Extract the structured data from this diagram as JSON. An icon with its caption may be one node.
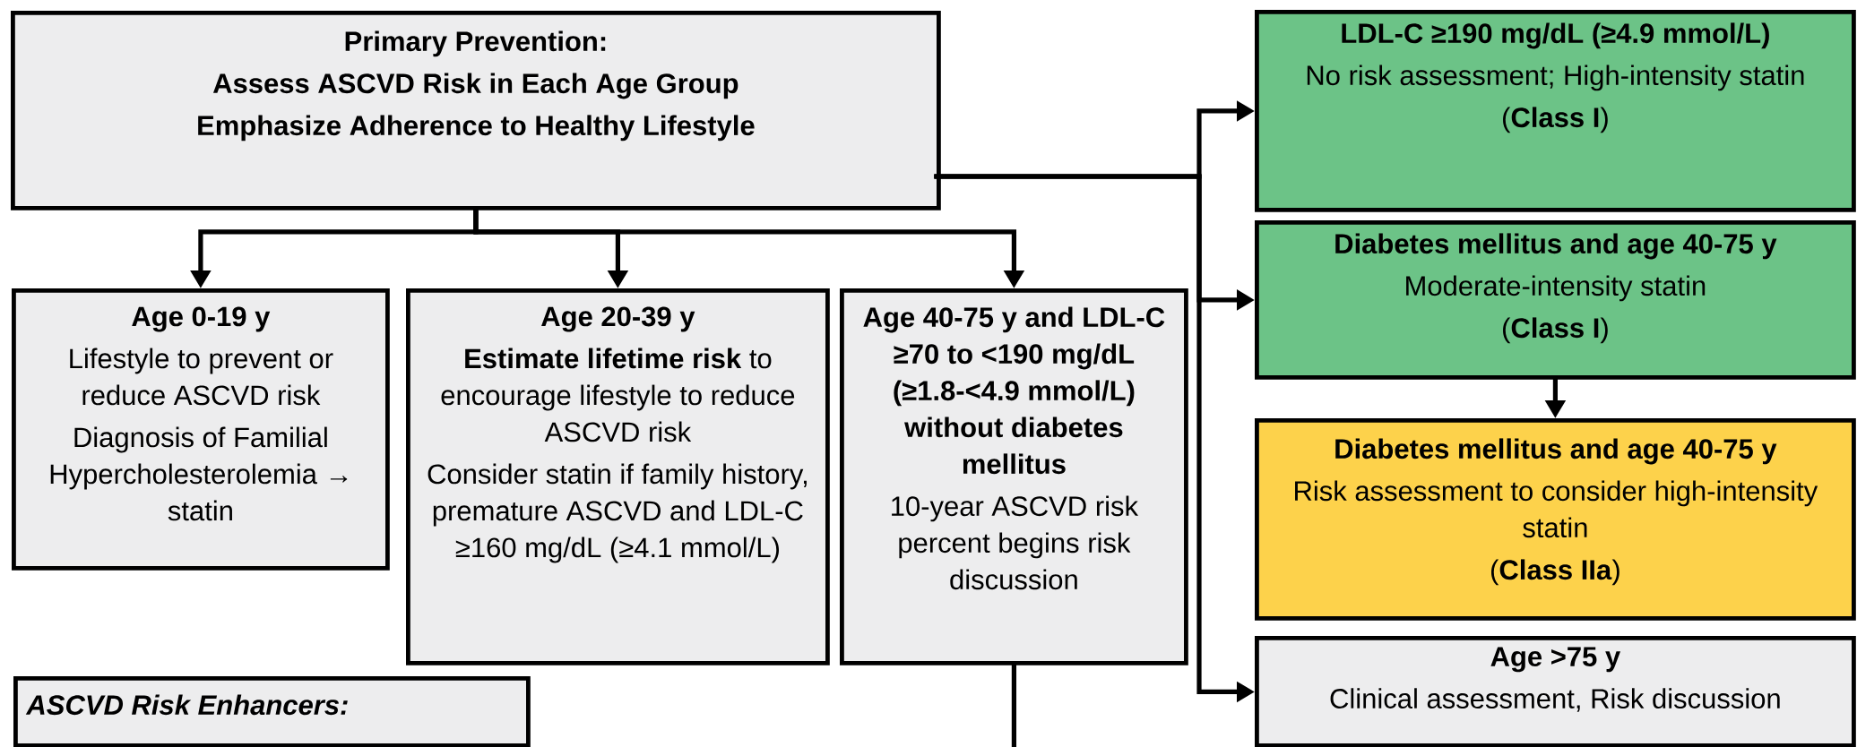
{
  "diagram": {
    "nodes": [
      {
        "text": [
          "Primary Prevention:",
          "Assess ASCVD Risk in Each Age Group",
          "Emphasize Adherence to Healthy Lifestyle"
        ]
      },
      {
        "text": [
          "Age 0-19 y",
          "Lifestyle to prevent or reduce ASCVD risk",
          "Diagnosis of Familial Hypercholesterolemia → statin"
        ]
      },
      {
        "text": [
          "Age 20-39 y",
          "**Estimate lifetime risk** to encourage lifestyle to reduce ASCVD risk",
          "Consider statin if family history, premature ASCVD and LDL-C ≥160 mg/dL (≥4.1 mmol/L)"
        ]
      },
      {
        "text": [
          "Age 40-75 y and LDL-C ≥70 to <190 mg/dL (≥1.8-<4.9 mmol/L) without diabetes mellitus",
          "10-year ASCVD risk percent begins risk discussion"
        ]
      },
      {
        "text": [
          "ASCVD Risk Enhancers:"
        ]
      },
      {
        "text": [
          "LDL-C ≥190 mg/dL (≥4.9 mmol/L)",
          "No risk assessment; High-intensity statin",
          "(**Class I**)"
        ]
      },
      {
        "text": [
          "Diabetes mellitus and age 40-75 y",
          "Moderate-intensity statin",
          "(**Class I**)"
        ]
      },
      {
        "text": [
          "Diabetes mellitus and age 40-75 y",
          "Risk assessment to consider high-intensity statin",
          "(**Class IIa**)"
        ]
      },
      {
        "text": [
          "Age >75 y",
          "Clinical assessment, Risk discussion"
        ]
      }
    ],
    "edges": [
      {
        "from": 0,
        "to": 1,
        "arrow": "to"
      },
      {
        "from": 0,
        "to": 2,
        "arrow": "to"
      },
      {
        "from": 0,
        "to": 3,
        "arrow": "to"
      },
      {
        "from": 0,
        "to": 5,
        "arrow": "to"
      },
      {
        "from": 0,
        "to": 6,
        "arrow": "to"
      },
      {
        "from": 0,
        "to": 8,
        "arrow": "to"
      },
      {
        "from": 6,
        "to": 7,
        "arrow": "to"
      },
      {
        "from": 3,
        "to": null,
        "arrow": "none"
      }
    ]
  }
}
